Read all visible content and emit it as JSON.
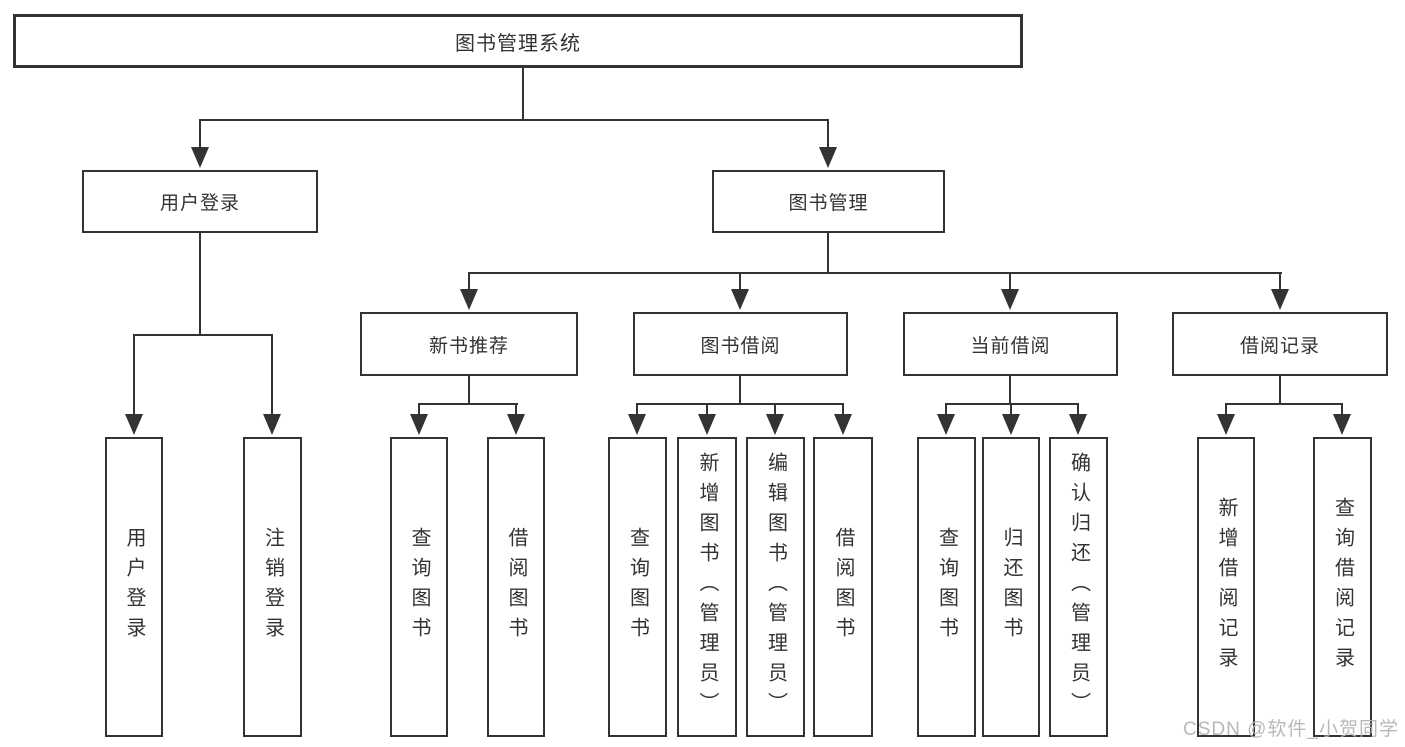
{
  "tree": {
    "root": {
      "label": "图书管理系统",
      "children": [
        {
          "label": "用户登录",
          "children": [
            {
              "label": "用户登录"
            },
            {
              "label": "注销登录"
            }
          ]
        },
        {
          "label": "图书管理",
          "children": [
            {
              "label": "新书推荐",
              "children": [
                {
                  "label": "查询图书"
                },
                {
                  "label": "借阅图书"
                }
              ]
            },
            {
              "label": "图书借阅",
              "children": [
                {
                  "label": "查询图书"
                },
                {
                  "label": "新增图书（管理员）"
                },
                {
                  "label": "编辑图书（管理员）"
                },
                {
                  "label": "借阅图书"
                }
              ]
            },
            {
              "label": "当前借阅",
              "children": [
                {
                  "label": "查询图书"
                },
                {
                  "label": "归还图书"
                },
                {
                  "label": "确认归还（管理员）"
                }
              ]
            },
            {
              "label": "借阅记录",
              "children": [
                {
                  "label": "新增借阅记录"
                },
                {
                  "label": "查询借阅记录"
                }
              ]
            }
          ]
        }
      ]
    }
  },
  "watermark": {
    "text": "CSDN @软件_小贺同学"
  },
  "colors": {
    "line": "#333333",
    "text": "#333333",
    "watermark": "#b3b3b3",
    "background": "#ffffff"
  }
}
